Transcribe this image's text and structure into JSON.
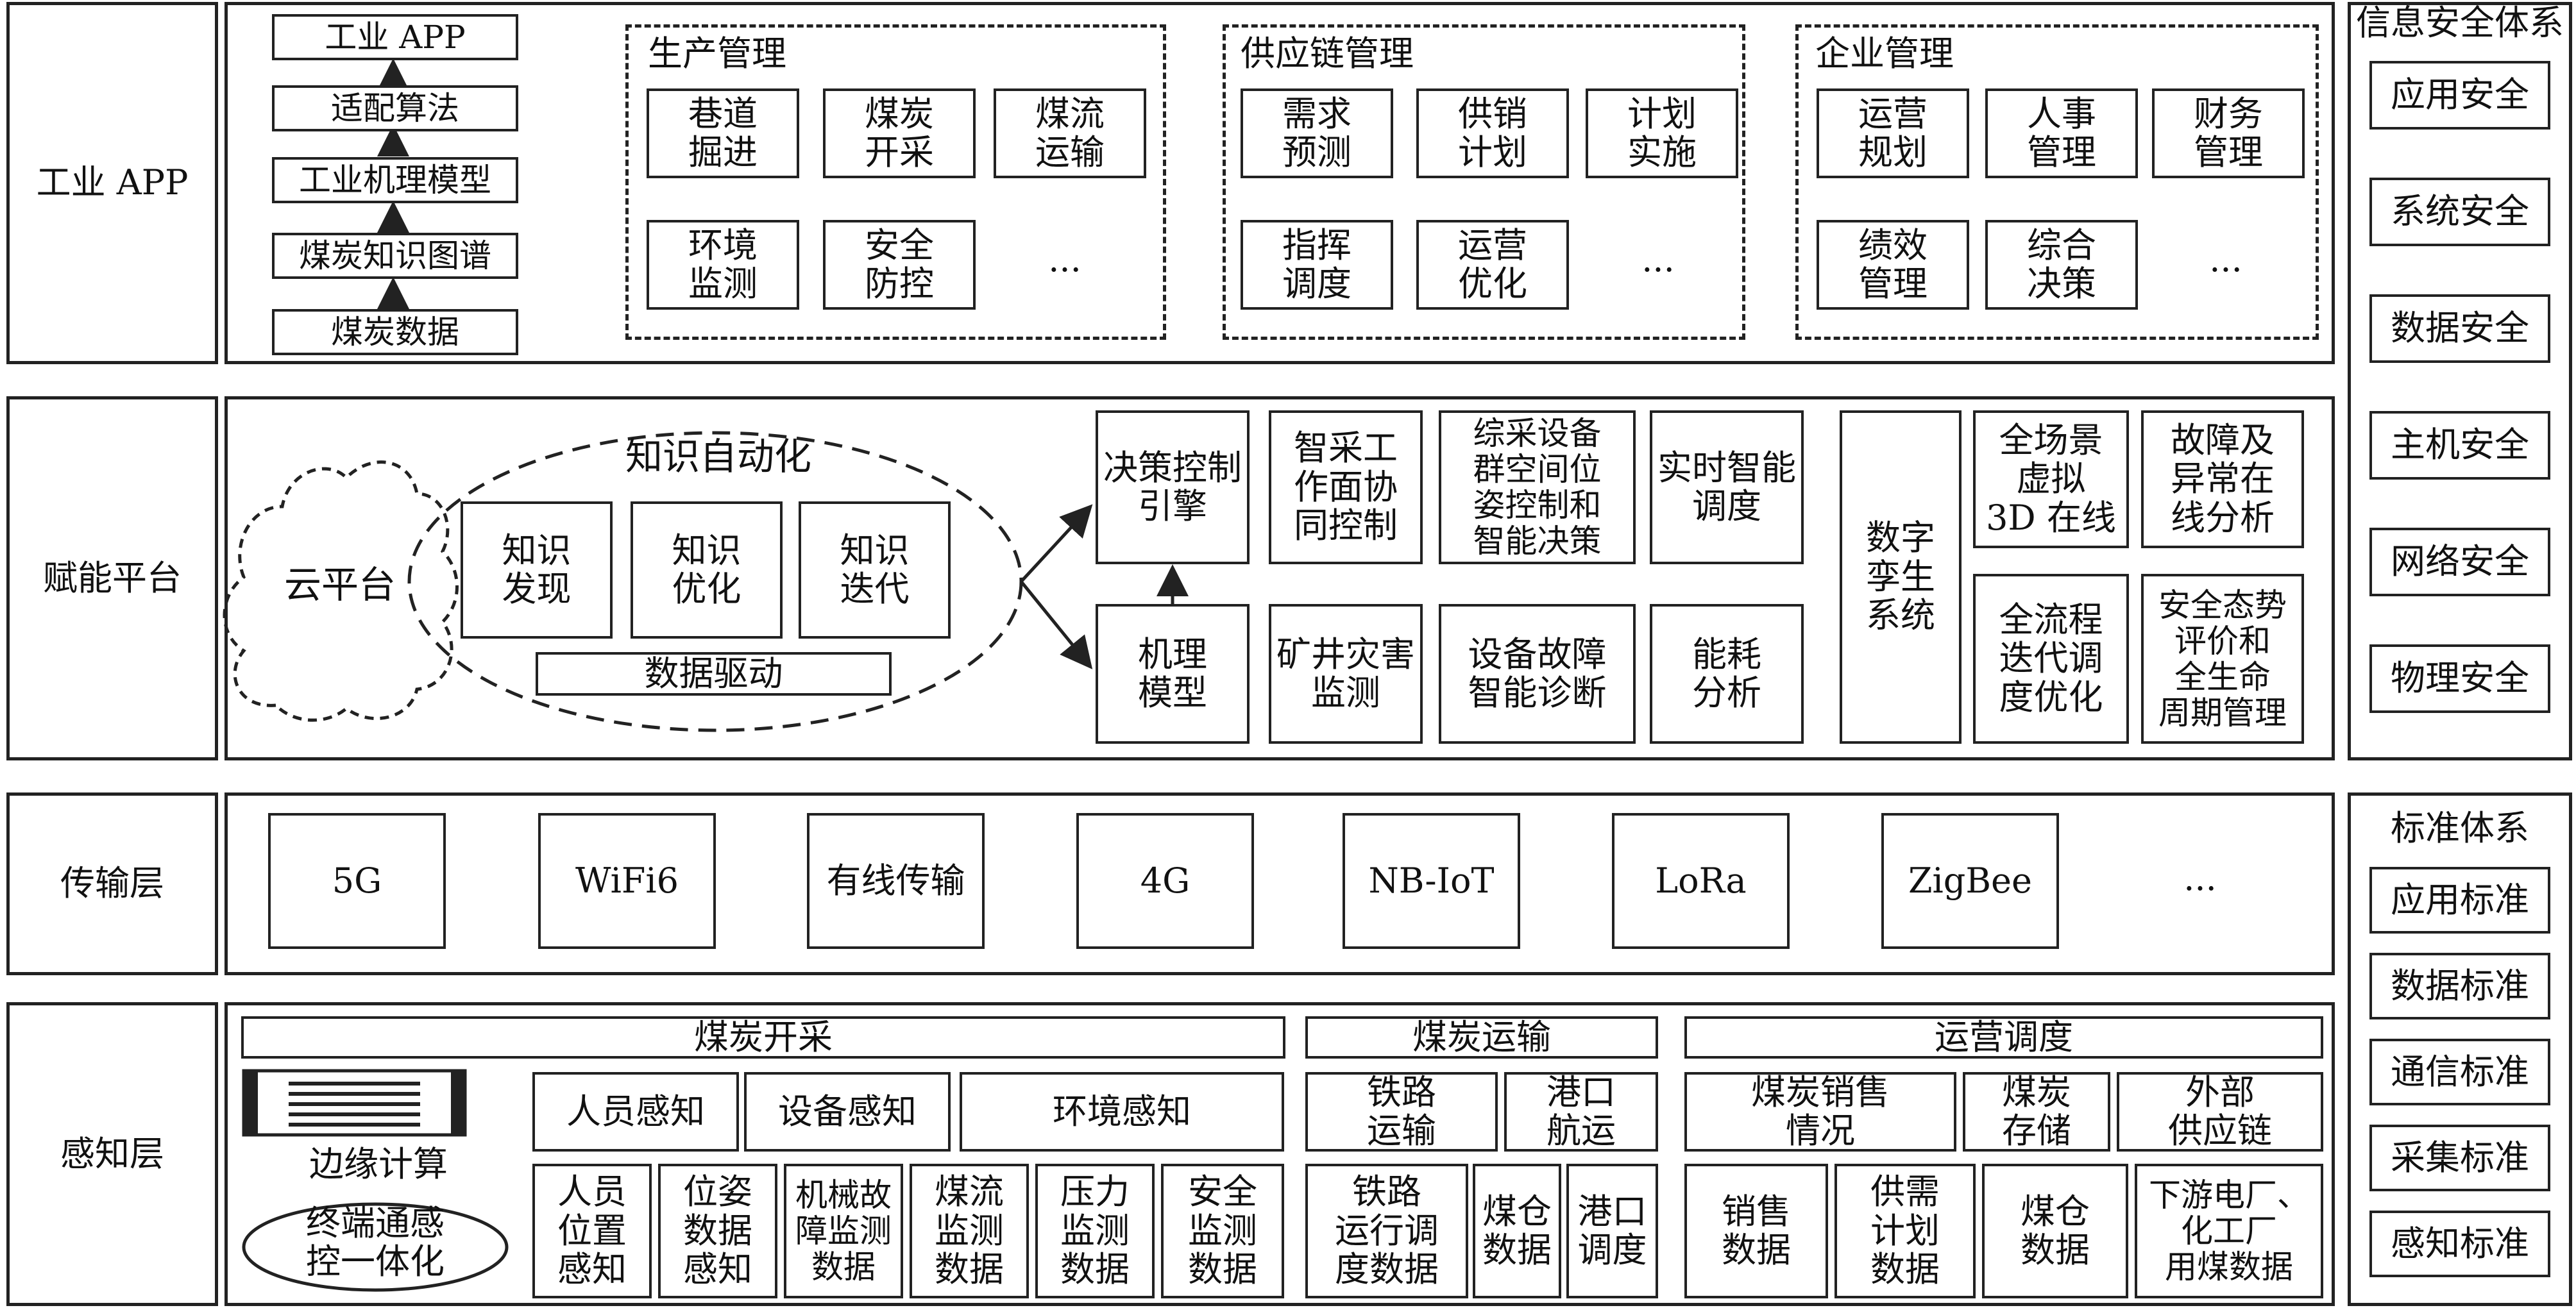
{
  "layers": {
    "app": "工业 APP",
    "platform": "赋能平台",
    "transport": "传输层",
    "perception": "感知层"
  },
  "app_layer": {
    "stack": [
      "工业 APP",
      "适配算法",
      "工业机理模型",
      "煤炭知识图谱",
      "煤炭数据"
    ],
    "groups": [
      {
        "title": "生产管理",
        "items": [
          "巷道\n掘进",
          "煤炭\n开采",
          "煤流\n运输",
          "环境\n监测",
          "安全\n防控",
          "..."
        ]
      },
      {
        "title": "供应链管理",
        "items": [
          "需求\n预测",
          "供销\n计划",
          "计划\n实施",
          "指挥\n调度",
          "运营\n优化",
          "..."
        ]
      },
      {
        "title": "企业管理",
        "items": [
          "运营\n规划",
          "人事\n管理",
          "财务\n管理",
          "绩效\n管理",
          "综合\n决策",
          "..."
        ]
      }
    ]
  },
  "platform_layer": {
    "cloud": "云平台",
    "knowledge_automation": "知识自动化",
    "knowledge_items": [
      "知识\n发现",
      "知识\n优化",
      "知识\n迭代"
    ],
    "data_driven": "数据驱动",
    "decision_engine": "决策控制\n引擎",
    "mechanism_model": "机理\n模型",
    "top_apps": [
      "智采工\n作面协\n同控制",
      "综采设备\n群空间位\n姿控制和\n智能决策",
      "实时智能\n调度"
    ],
    "bottom_apps": [
      "矿井灾害\n监测",
      "设备故障\n智能诊断",
      "能耗\n分析"
    ],
    "digital_twin": "数字\n孪生\n系统",
    "twin_apps": [
      "全场景\n虚拟\n3D 在线",
      "故障及\n异常在\n线分析",
      "全流程\n迭代调\n度优化",
      "安全态势\n评价和\n全生命\n周期管理"
    ]
  },
  "transport_layer": {
    "items": [
      "5G",
      "WiFi6",
      "有线传输",
      "4G",
      "NB-IoT",
      "LoRa",
      "ZigBee"
    ],
    "ellipsis": "..."
  },
  "perception_layer": {
    "edge_computing": "边缘计算",
    "terminal": "终端通感\n控一体化",
    "mining": {
      "title": "煤炭开采",
      "categories": [
        "人员感知",
        "设备感知",
        "环境感知"
      ],
      "items": [
        "人员\n位置\n感知",
        "位姿\n数据\n感知",
        "机械故\n障监测\n数据",
        "煤流\n监测\n数据",
        "压力\n监测\n数据",
        "安全\n监测\n数据"
      ]
    },
    "transport": {
      "title": "煤炭运输",
      "categories": [
        "铁路\n运输",
        "港口\n航运"
      ],
      "items": [
        "铁路\n运行调\n度数据",
        "煤仓\n数据",
        "港口\n调度"
      ]
    },
    "operation": {
      "title": "运营调度",
      "categories": [
        "煤炭销售\n情况",
        "煤炭\n存储",
        "外部\n供应链"
      ],
      "items": [
        "销售\n数据",
        "供需\n计划\n数据",
        "煤仓\n数据",
        "下游电厂、\n化工厂\n用煤数据"
      ]
    }
  },
  "security_system": {
    "title": "信息安全体系",
    "items": [
      "应用安全",
      "系统安全",
      "数据安全",
      "主机安全",
      "网络安全",
      "物理安全"
    ]
  },
  "standard_system": {
    "title": "标准体系",
    "items": [
      "应用标准",
      "数据标准",
      "通信标准",
      "采集标准",
      "感知标准"
    ]
  }
}
